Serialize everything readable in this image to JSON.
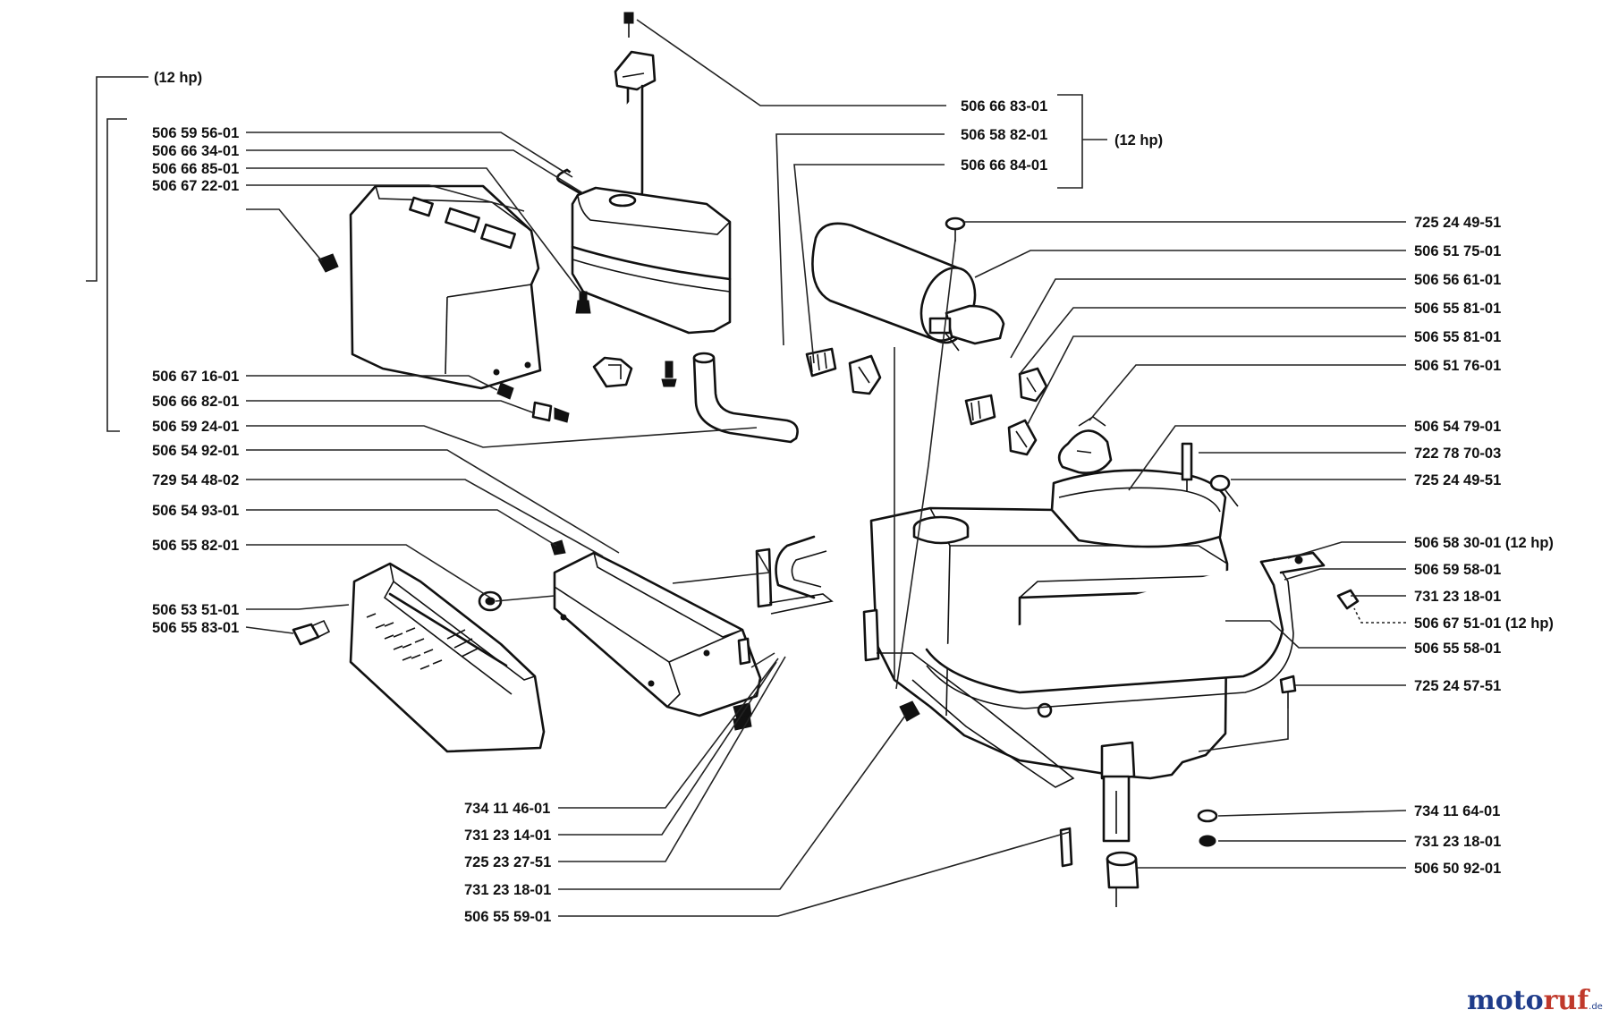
{
  "diagram": {
    "left_group": {
      "note": "(12 hp)",
      "labels": [
        "506 59 56-01",
        "506 66 34-01",
        "506 66 85-01",
        "506 67 22-01",
        "506 67 16-01",
        "506 66 82-01",
        "506 59 24-01",
        "506 54 92-01",
        "729 54 48-02",
        "506 54 93-01",
        "506 55 82-01",
        "506 53 51-01",
        "506 55 83-01"
      ]
    },
    "bottom_group": {
      "labels": [
        "734 11 46-01",
        "731 23 14-01",
        "725 23 27-51",
        "731 23 18-01",
        "506 55 59-01"
      ]
    },
    "top_group": {
      "labels": [
        "506 66 83-01",
        "506 58 82-01",
        "506 66 84-01"
      ],
      "note": "(12 hp)"
    },
    "right_group": {
      "labels": [
        "725 24 49-51",
        "506 51 75-01",
        "506 56 61-01",
        "506 55 81-01",
        "506 55 81-01",
        "506 51 76-01",
        "506 54 79-01",
        "722 78 70-03",
        "725 24 49-51",
        "506 58 30-01 (12 hp)",
        "506 59 58-01",
        "731 23 18-01",
        "506 67 51-01 (12 hp)",
        "506 55 58-01",
        "725 24 57-51",
        "734 11 64-01",
        "731 23 18-01",
        "506 50 92-01"
      ]
    },
    "watermark": {
      "part1": "moto",
      "part2": "ruf",
      "suffix": ".de"
    }
  }
}
